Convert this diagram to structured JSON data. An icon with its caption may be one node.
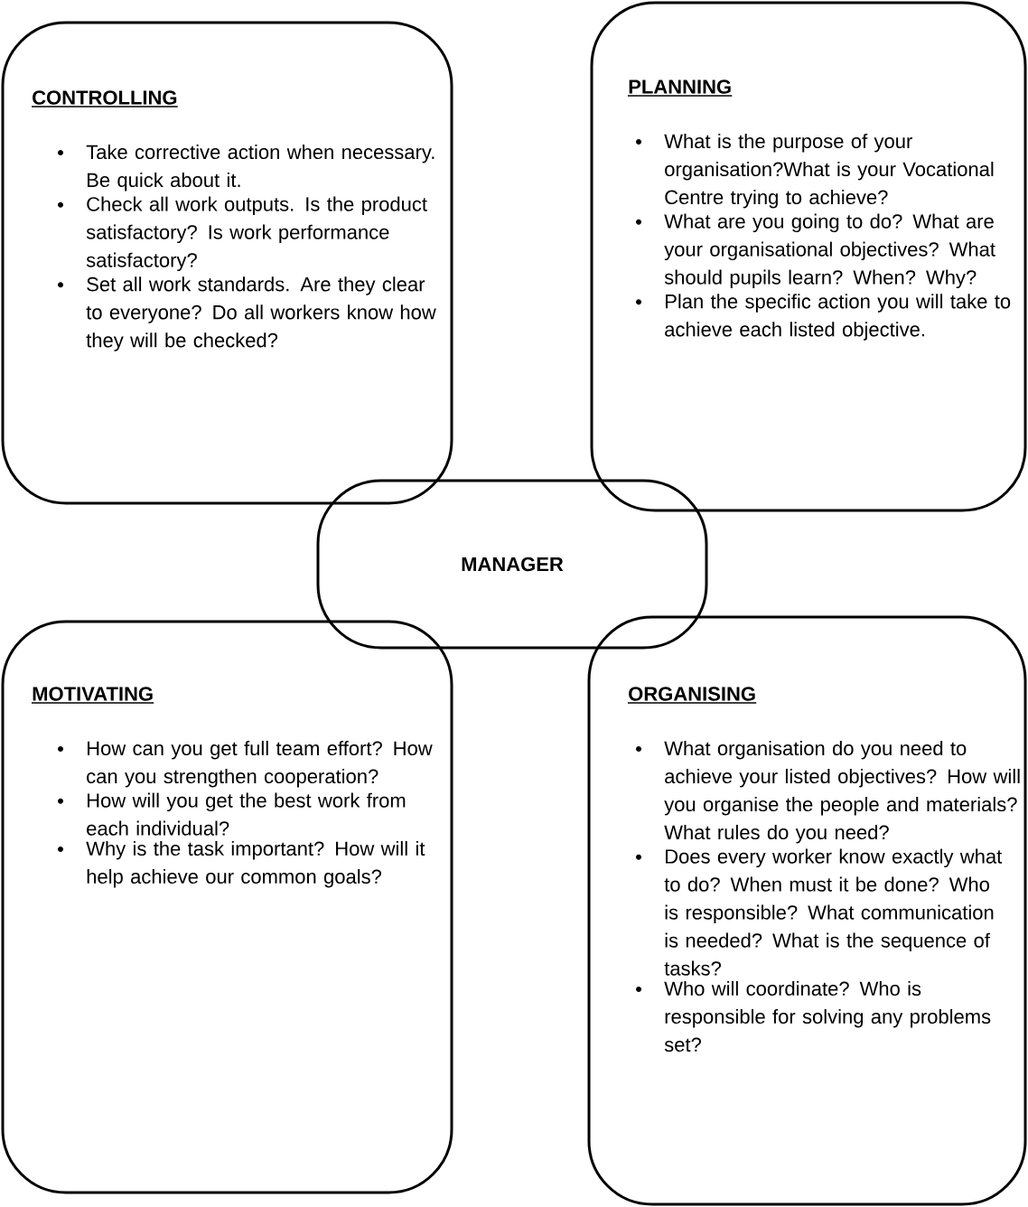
{
  "diagram": {
    "nodes": [
      {
        "text": [
          "CONTROLLING",
          "Take corrective action when necessary. Be quick about it.",
          "Check all work outputs. Is the product satisfactory? Is work performance satisfactory?",
          "Set all work standards. Are they clear to everyone? Do all workers know how they will be checked?"
        ]
      },
      {
        "text": [
          "PLANNING",
          "What is the purpose of your organisation?What is your Vocational Centre trying to achieve?",
          "What are you going to do? What are your organisational objectives? What should pupils learn? When? Why?",
          "Plan the specific action you will take to achieve each listed objective."
        ]
      },
      {
        "text": [
          "MANAGER"
        ]
      },
      {
        "text": [
          "MOTIVATING",
          "How can you get full team effort? How can you strengthen cooperation?",
          "How will you get the best work from each individual?",
          "Why is the task important? How will it help achieve our common goals?"
        ]
      },
      {
        "text": [
          "ORGANISING",
          "What organisation do you need to achieve your listed objectives? How will you organise the people and materials? What rules do you need?",
          "Does every worker know exactly what to do? When must it be done? Who is responsible? What communication is needed? What is the sequence of tasks?",
          "Who will coordinate? Who is responsible for solving any problems set?"
        ]
      }
    ]
  }
}
